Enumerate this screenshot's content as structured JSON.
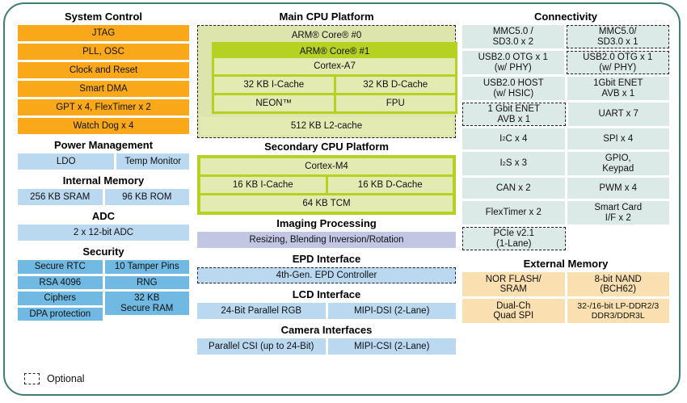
{
  "legend": {
    "label": "Optional",
    "swatch": "dashed-box"
  },
  "colors": {
    "frame_border": "#3f7d72",
    "orange": "#f9a81a",
    "light_blue": "#bad8ef",
    "security_blue": "#6fb9e2",
    "connectivity_teal": "#dbeae7",
    "external_memory_peach": "#fadfb0",
    "imaging_purple": "#c2c6e2",
    "cpu_olive_outer": "#b5d122",
    "cpu_olive_inner": "#e3eab2",
    "cpu_olive_pale": "#dde5ac"
  },
  "left": {
    "system_control": {
      "title": "System Control",
      "items": [
        "JTAG",
        "PLL, OSC",
        "Clock and Reset",
        "Smart DMA",
        "GPT x 4, FlexTimer x 2",
        "Watch Dog x 4"
      ]
    },
    "power_management": {
      "title": "Power Management",
      "items": [
        "LDO",
        "Temp Monitor"
      ]
    },
    "internal_memory": {
      "title": "Internal Memory",
      "items": [
        "256 KB SRAM",
        "96 KB ROM"
      ]
    },
    "adc": {
      "title": "ADC",
      "items": [
        "2 x 12-bit ADC"
      ]
    },
    "security": {
      "title": "Security",
      "left_items": [
        "Secure RTC",
        "RSA 4096",
        "Ciphers",
        "DPA protection"
      ],
      "right_items": [
        "10 Tamper Pins",
        "RNG",
        "32 KB\nSecure RAM"
      ]
    }
  },
  "middle": {
    "main_cpu": {
      "title": "Main CPU Platform",
      "core0": "ARM® Core® #0",
      "core0_optional": true,
      "core1": "ARM® Core® #1",
      "cpu": "Cortex-A7",
      "caches": [
        "32 KB I-Cache",
        "32 KB D-Cache"
      ],
      "units": [
        "NEON™",
        "FPU"
      ],
      "l2": "512 KB L2-cache"
    },
    "secondary_cpu": {
      "title": "Secondary CPU Platform",
      "cpu": "Cortex-M4",
      "caches": [
        "16 KB I-Cache",
        "16 KB D-Cache"
      ],
      "tcm": "64 KB TCM"
    },
    "imaging": {
      "title": "Imaging Processing",
      "items": [
        "Resizing, Blending Inversion/Rotation"
      ]
    },
    "epd": {
      "title": "EPD Interface",
      "items": [
        "4th-Gen. EPD Controller"
      ],
      "optional": true
    },
    "lcd": {
      "title": "LCD Interface",
      "items": [
        "24-Bit Parallel RGB",
        "MIPI-DSI (2-Lane)"
      ]
    },
    "camera": {
      "title": "Camera Interfaces",
      "items": [
        "Parallel CSI (up to 24-Bit)",
        "MIPI-CSI (2-Lane)"
      ]
    }
  },
  "right": {
    "connectivity": {
      "title": "Connectivity",
      "rows": [
        {
          "left": "MMC5.0 /\nSD3.0 x 2",
          "left_optional": false,
          "right": "MMC5.0/\nSD3.0 x 1",
          "right_optional": true
        },
        {
          "left": "USB2.0 OTG x 1\n(w/ PHY)",
          "left_optional": false,
          "right": "USB2.0 OTG x 1\n(w/ PHY)",
          "right_optional": true
        },
        {
          "left": "USB2.0 HOST\n(w/ HSIC)",
          "left_optional": false,
          "right": "1Gbit ENET\nAVB x 1",
          "right_optional": false
        },
        {
          "left": "1 Gbit ENET\nAVB x 1",
          "left_optional": true,
          "right": "UART x 7",
          "right_optional": false
        },
        {
          "left": "I²C x 4",
          "left_optional": false,
          "right": "SPI x 4",
          "right_optional": false
        },
        {
          "left": "I²S x 3",
          "left_optional": false,
          "right": "GPIO,\nKeypad",
          "right_optional": false
        },
        {
          "left": "CAN x 2",
          "left_optional": false,
          "right": "PWM x 4",
          "right_optional": false
        },
        {
          "left": "FlexTimer x 2",
          "left_optional": false,
          "right": "Smart Card\nI/F x 2",
          "right_optional": false
        },
        {
          "left": "PCIe v2.1\n(1-Lane)",
          "left_optional": true,
          "right": "",
          "right_optional": false
        }
      ]
    },
    "external_memory": {
      "title": "External Memory",
      "rows": [
        {
          "left": "NOR FLASH/\nSRAM",
          "right": "8-bit NAND\n(BCH62)"
        },
        {
          "left": "Dual-Ch\nQuad SPI",
          "right": "32-/16-bit LP-DDR2/3\nDDR3/DDR3L"
        }
      ]
    }
  }
}
